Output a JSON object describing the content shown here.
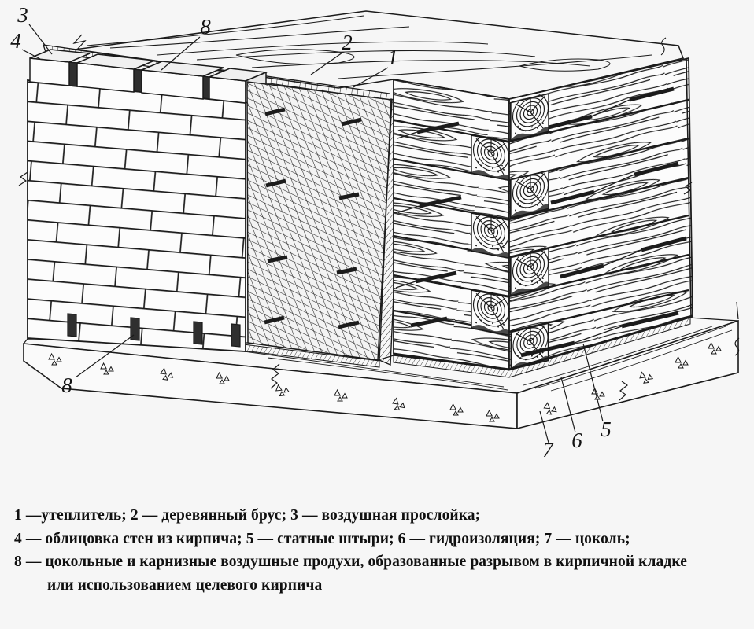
{
  "colors": {
    "background": "#f6f6f6",
    "ink": "#1b1b1b"
  },
  "diagram": {
    "callouts": [
      {
        "n": "3"
      },
      {
        "n": "4"
      },
      {
        "n": "8"
      },
      {
        "n": "2"
      },
      {
        "n": "1"
      },
      {
        "n": "8"
      },
      {
        "n": "7"
      },
      {
        "n": "6"
      },
      {
        "n": "5"
      }
    ]
  },
  "legend": {
    "lines": [
      "1 —утеплитель; 2 — деревянный брус; 3 — воздушная прослойка;",
      "4 — облицовка стен из кирпича; 5 — статные штыри; 6 — гидроизоляция; 7 — цоколь;",
      "8 — цокольные и карнизные воздушные продухи, образованные разрывом в кирпичной кладке",
      "или использованием целевого кирпича"
    ]
  }
}
